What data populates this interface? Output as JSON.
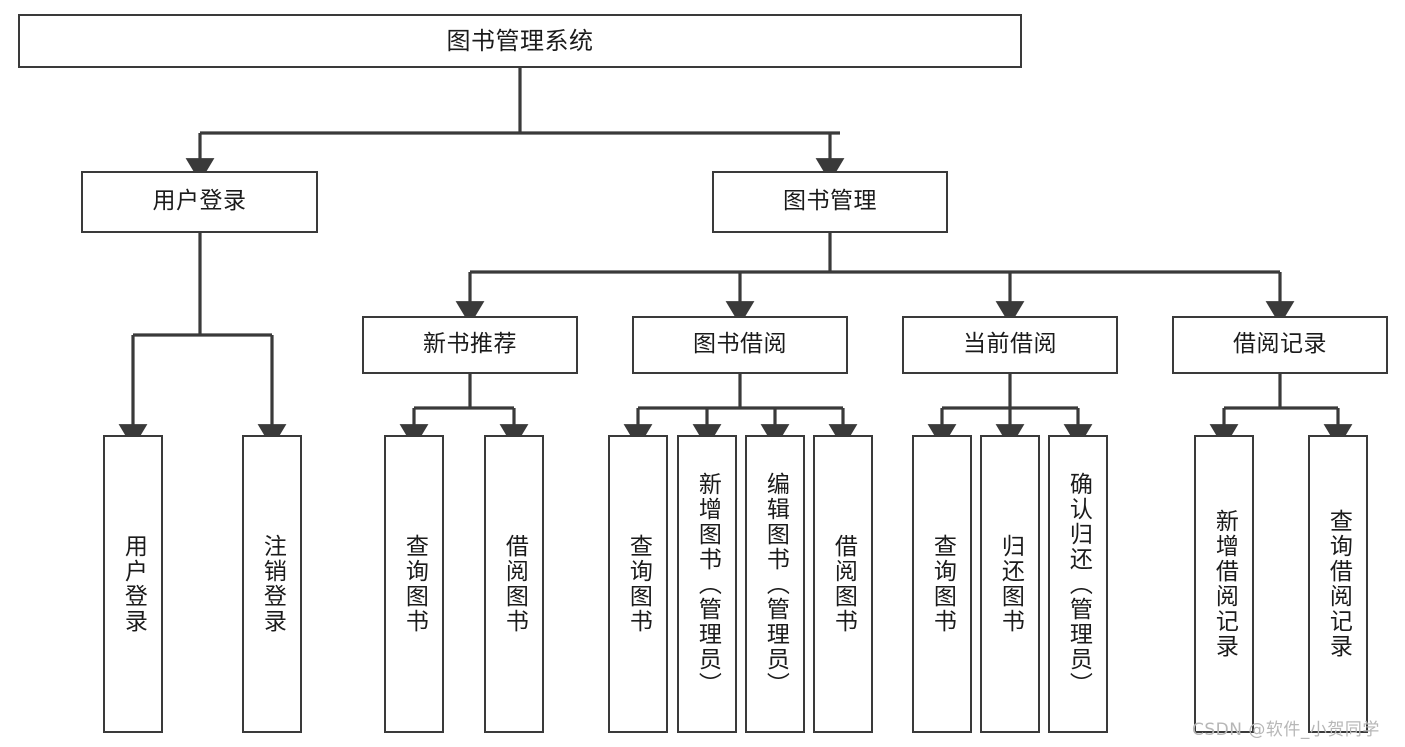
{
  "diagram": {
    "type": "tree",
    "title": "图书管理系统",
    "orientation": "top-down",
    "edge_style": "orthogonal-arrow",
    "colors": {
      "node_border": "#3a3a3a",
      "node_fill": "#ffffff",
      "edge": "#3a3a3a",
      "text": "#1b1b1b",
      "background": "#ffffff",
      "watermark": "#b7b7b7"
    }
  },
  "nodes": {
    "root": {
      "id": "root",
      "label": "图书管理系统",
      "level": 0,
      "orientation": "horizontal"
    },
    "level2": [
      {
        "id": "user-login",
        "label": "用户登录",
        "level": 1,
        "orientation": "horizontal"
      },
      {
        "id": "book-manage",
        "label": "图书管理",
        "level": 1,
        "orientation": "horizontal"
      }
    ],
    "level3": [
      {
        "id": "new-book-recommend",
        "label": "新书推荐",
        "level": 2,
        "orientation": "horizontal",
        "parent": "book-manage"
      },
      {
        "id": "book-borrow",
        "label": "图书借阅",
        "level": 2,
        "orientation": "horizontal",
        "parent": "book-manage"
      },
      {
        "id": "current-borrow",
        "label": "当前借阅",
        "level": 2,
        "orientation": "horizontal",
        "parent": "book-manage"
      },
      {
        "id": "borrow-record",
        "label": "借阅记录",
        "level": 2,
        "orientation": "horizontal",
        "parent": "book-manage"
      }
    ],
    "leaves": [
      {
        "id": "leaf-user-login",
        "label": "用户登录",
        "parent": "user-login",
        "orientation": "vertical"
      },
      {
        "id": "leaf-logout",
        "label": "注销登录",
        "parent": "user-login",
        "orientation": "vertical"
      },
      {
        "id": "leaf-query-book-1",
        "label": "查询图书",
        "parent": "new-book-recommend",
        "orientation": "vertical"
      },
      {
        "id": "leaf-borrow-book-1",
        "label": "借阅图书",
        "parent": "new-book-recommend",
        "orientation": "vertical"
      },
      {
        "id": "leaf-query-book-2",
        "label": "查询图书",
        "parent": "book-borrow",
        "orientation": "vertical"
      },
      {
        "id": "leaf-add-book",
        "label": "新增图书（管理员）",
        "parent": "book-borrow",
        "orientation": "vertical"
      },
      {
        "id": "leaf-edit-book",
        "label": "编辑图书（管理员）",
        "parent": "book-borrow",
        "orientation": "vertical"
      },
      {
        "id": "leaf-borrow-book-2",
        "label": "借阅图书",
        "parent": "book-borrow",
        "orientation": "vertical"
      },
      {
        "id": "leaf-query-book-3",
        "label": "查询图书",
        "parent": "current-borrow",
        "orientation": "vertical"
      },
      {
        "id": "leaf-return-book",
        "label": "归还图书",
        "parent": "current-borrow",
        "orientation": "vertical"
      },
      {
        "id": "leaf-confirm-return",
        "label": "确认归还（管理员）",
        "parent": "current-borrow",
        "orientation": "vertical"
      },
      {
        "id": "leaf-add-record",
        "label": "新增借阅记录",
        "parent": "borrow-record",
        "orientation": "vertical"
      },
      {
        "id": "leaf-query-record",
        "label": "查询借阅记录",
        "parent": "borrow-record",
        "orientation": "vertical"
      }
    ]
  },
  "edges": [
    {
      "from": "root",
      "to": "user-login"
    },
    {
      "from": "root",
      "to": "book-manage"
    },
    {
      "from": "book-manage",
      "to": "new-book-recommend"
    },
    {
      "from": "book-manage",
      "to": "book-borrow"
    },
    {
      "from": "book-manage",
      "to": "current-borrow"
    },
    {
      "from": "book-manage",
      "to": "borrow-record"
    },
    {
      "from": "user-login",
      "to": "leaf-user-login"
    },
    {
      "from": "user-login",
      "to": "leaf-logout"
    },
    {
      "from": "new-book-recommend",
      "to": "leaf-query-book-1"
    },
    {
      "from": "new-book-recommend",
      "to": "leaf-borrow-book-1"
    },
    {
      "from": "book-borrow",
      "to": "leaf-query-book-2"
    },
    {
      "from": "book-borrow",
      "to": "leaf-add-book"
    },
    {
      "from": "book-borrow",
      "to": "leaf-edit-book"
    },
    {
      "from": "book-borrow",
      "to": "leaf-borrow-book-2"
    },
    {
      "from": "current-borrow",
      "to": "leaf-query-book-3"
    },
    {
      "from": "current-borrow",
      "to": "leaf-return-book"
    },
    {
      "from": "current-borrow",
      "to": "leaf-confirm-return"
    },
    {
      "from": "borrow-record",
      "to": "leaf-add-record"
    },
    {
      "from": "borrow-record",
      "to": "leaf-query-record"
    }
  ],
  "watermark": {
    "text": "CSDN @软件_小贺同学"
  }
}
